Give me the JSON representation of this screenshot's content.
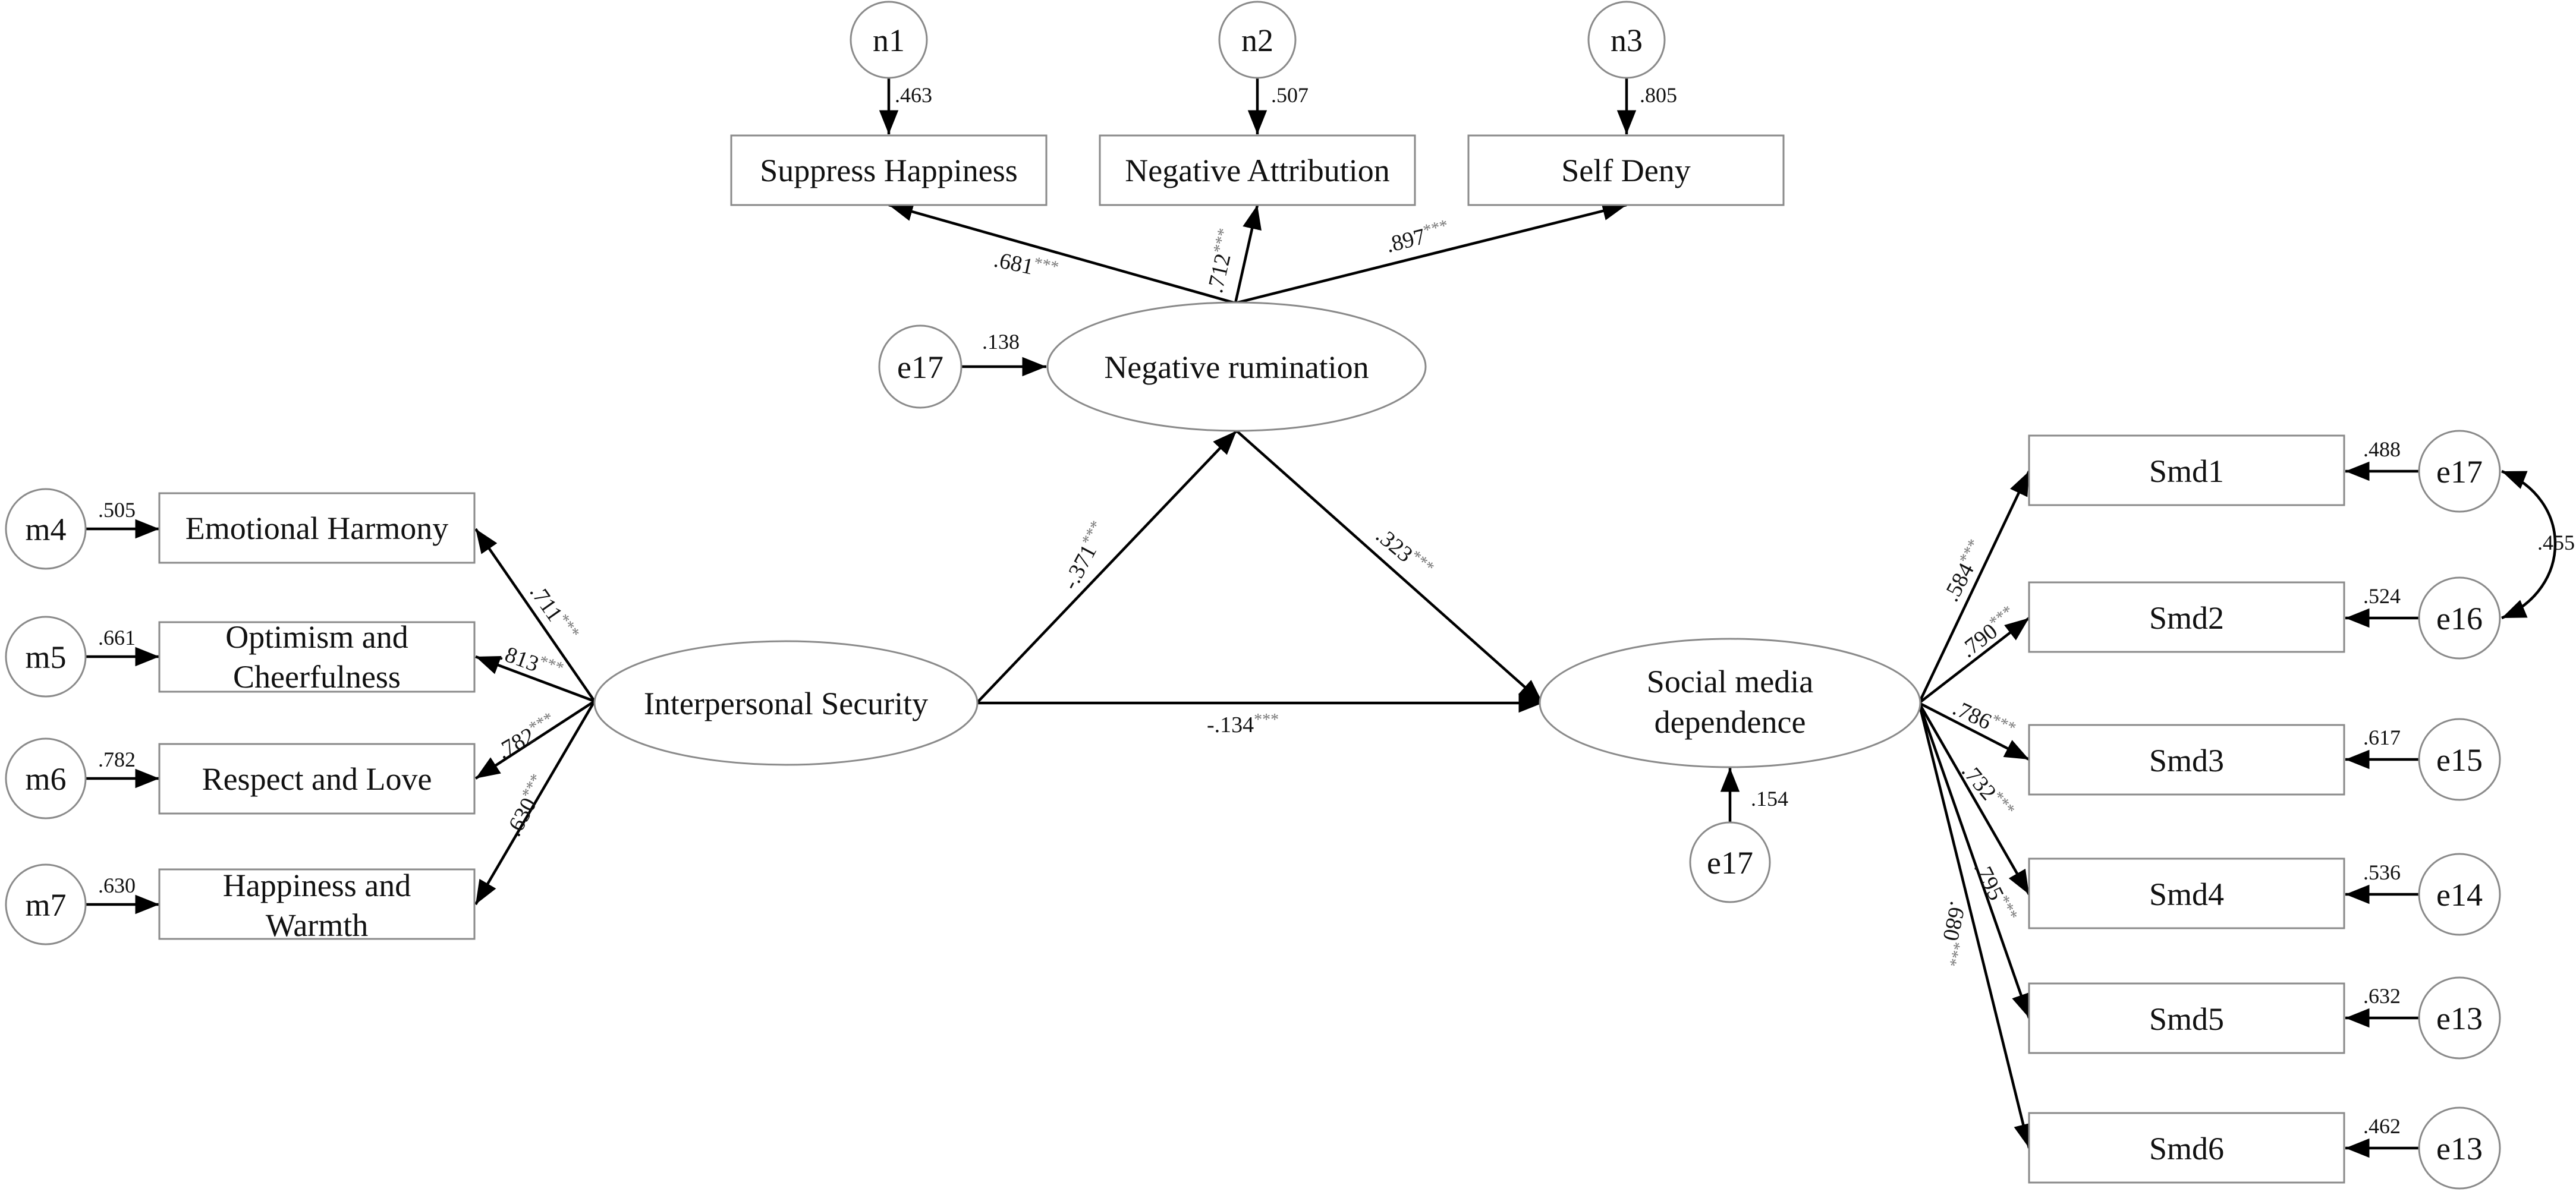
{
  "observed": {
    "n_items": [
      "Suppress Happiness",
      "Negative Attribution",
      "Self Deny"
    ],
    "m_items": [
      [
        "Emotional Harmony"
      ],
      [
        "Optimism and",
        "Cheerfulness"
      ],
      [
        "Respect and Love"
      ],
      [
        "Happiness and",
        "Warmth"
      ]
    ],
    "smd_items": [
      "Smd1",
      "Smd2",
      "Smd3",
      "Smd4",
      "Smd5",
      "Smd6"
    ]
  },
  "latent": {
    "negative_rumination": [
      "Negative rumination"
    ],
    "interpersonal_security": [
      "Interpersonal Security"
    ],
    "social_media_dependence": [
      "Social media",
      "dependence"
    ]
  },
  "errors": {
    "n": [
      {
        "name": "n1",
        "value": ".463"
      },
      {
        "name": "n2",
        "value": ".507"
      },
      {
        "name": "n3",
        "value": ".805"
      }
    ],
    "m": [
      {
        "name": "m4",
        "value": ".505"
      },
      {
        "name": "m5",
        "value": ".661"
      },
      {
        "name": "m6",
        "value": ".782"
      },
      {
        "name": "m7",
        "value": ".630"
      }
    ],
    "smd": [
      {
        "name": "e17",
        "value": ".488"
      },
      {
        "name": "e16",
        "value": ".524"
      },
      {
        "name": "e15",
        "value": ".617"
      },
      {
        "name": "e14",
        "value": ".536"
      },
      {
        "name": "e13",
        "value": ".632"
      },
      {
        "name": "e13",
        "value": ".462"
      }
    ],
    "rumination": {
      "name": "e17",
      "value": ".138"
    },
    "dependence": {
      "name": "e17",
      "value": ".154"
    },
    "covariance": ".455"
  },
  "loadings": {
    "negative_rumination": [
      ".681",
      ".712",
      ".897"
    ],
    "interpersonal_security": [
      ".711",
      ".813",
      ".782",
      ".630"
    ],
    "social_media_dependence": [
      ".584",
      ".790",
      ".786",
      ".732",
      ".795",
      ".680"
    ]
  },
  "structural": {
    "security_to_rumination": "-.371",
    "rumination_to_dependence": ".323",
    "security_to_dependence": "-.134"
  },
  "significance": "***"
}
